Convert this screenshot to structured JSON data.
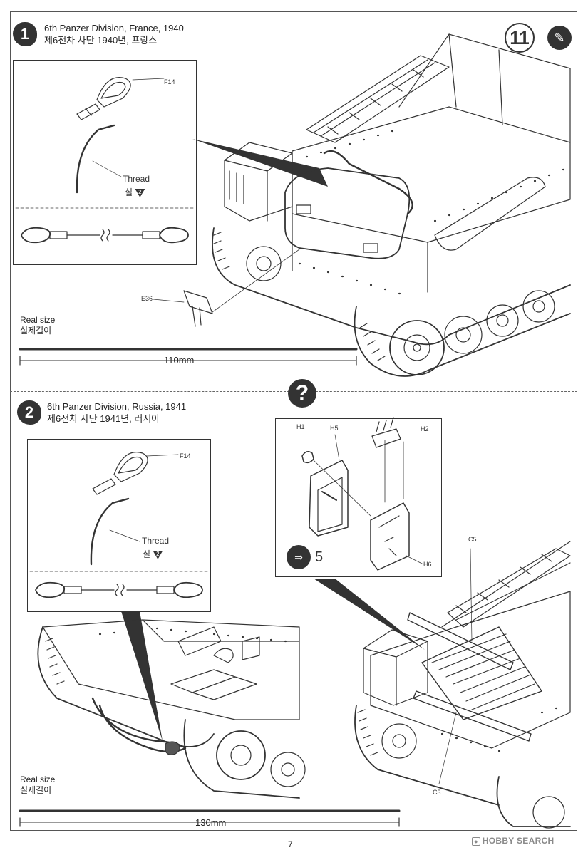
{
  "page_number": "7",
  "step_number": "11",
  "watermark": "HOBBY SEARCH",
  "watermark_icon": "camera-icon",
  "section1": {
    "badge": "1",
    "title_en": "6th Panzer Division, France, 1940",
    "title_ko": "제6전차 사단 1940년, 프랑스",
    "inset_part": "F14",
    "inset_thread_en": "Thread",
    "inset_thread_ko": "실",
    "inset_thread_num": "2",
    "callout_part": "E36",
    "real_size_en": "Real size",
    "real_size_ko": "실제길이",
    "length": "110mm"
  },
  "section2": {
    "badge": "2",
    "title_en": "6th Panzer Division, Russia, 1941",
    "title_ko": "제6전차 사단 1941년, 러시아",
    "inset_part": "F14",
    "inset_thread_en": "Thread",
    "inset_thread_ko": "실",
    "inset_thread_num": "2",
    "sub_parts": [
      "H1",
      "H5",
      "H2",
      "H6"
    ],
    "sub_count": "5",
    "callout_parts": [
      "C5",
      "C3"
    ],
    "real_size_en": "Real size",
    "real_size_ko": "실제길이",
    "length": "130mm"
  }
}
